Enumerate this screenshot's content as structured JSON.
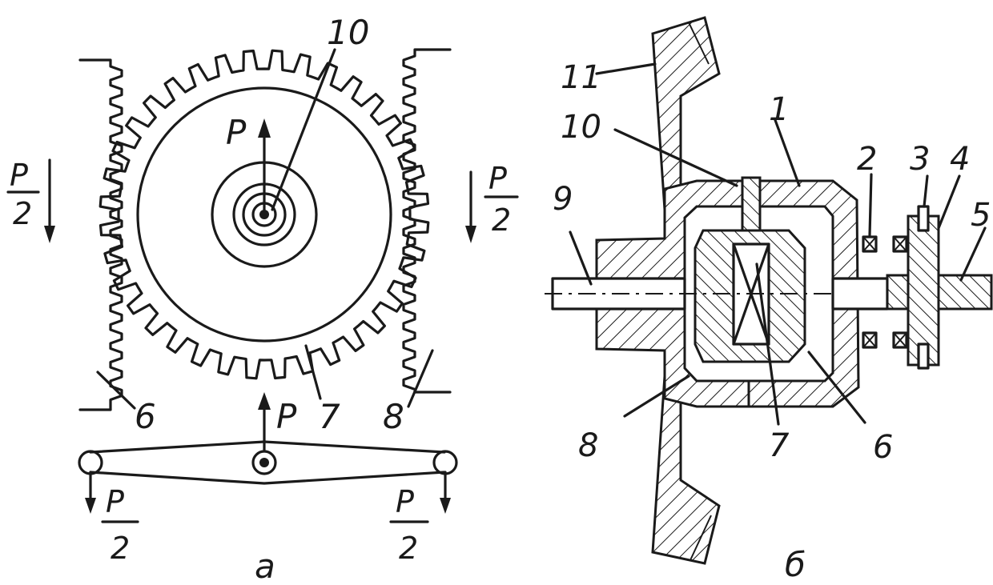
{
  "figure_a": {
    "caption": "а",
    "labels": {
      "pinion": "10",
      "gear": "7",
      "rack_left": "6",
      "rack_right": "8"
    },
    "force_label": "P",
    "half_force": {
      "numerator": "P",
      "denominator": "2"
    }
  },
  "figure_b": {
    "caption": "б",
    "labels": {
      "l1": "1",
      "l2": "2",
      "l3": "3",
      "l4": "4",
      "l5": "5",
      "l6": "6",
      "l7": "7",
      "l8": "8",
      "l9": "9",
      "l10": "10",
      "l11": "11"
    }
  }
}
